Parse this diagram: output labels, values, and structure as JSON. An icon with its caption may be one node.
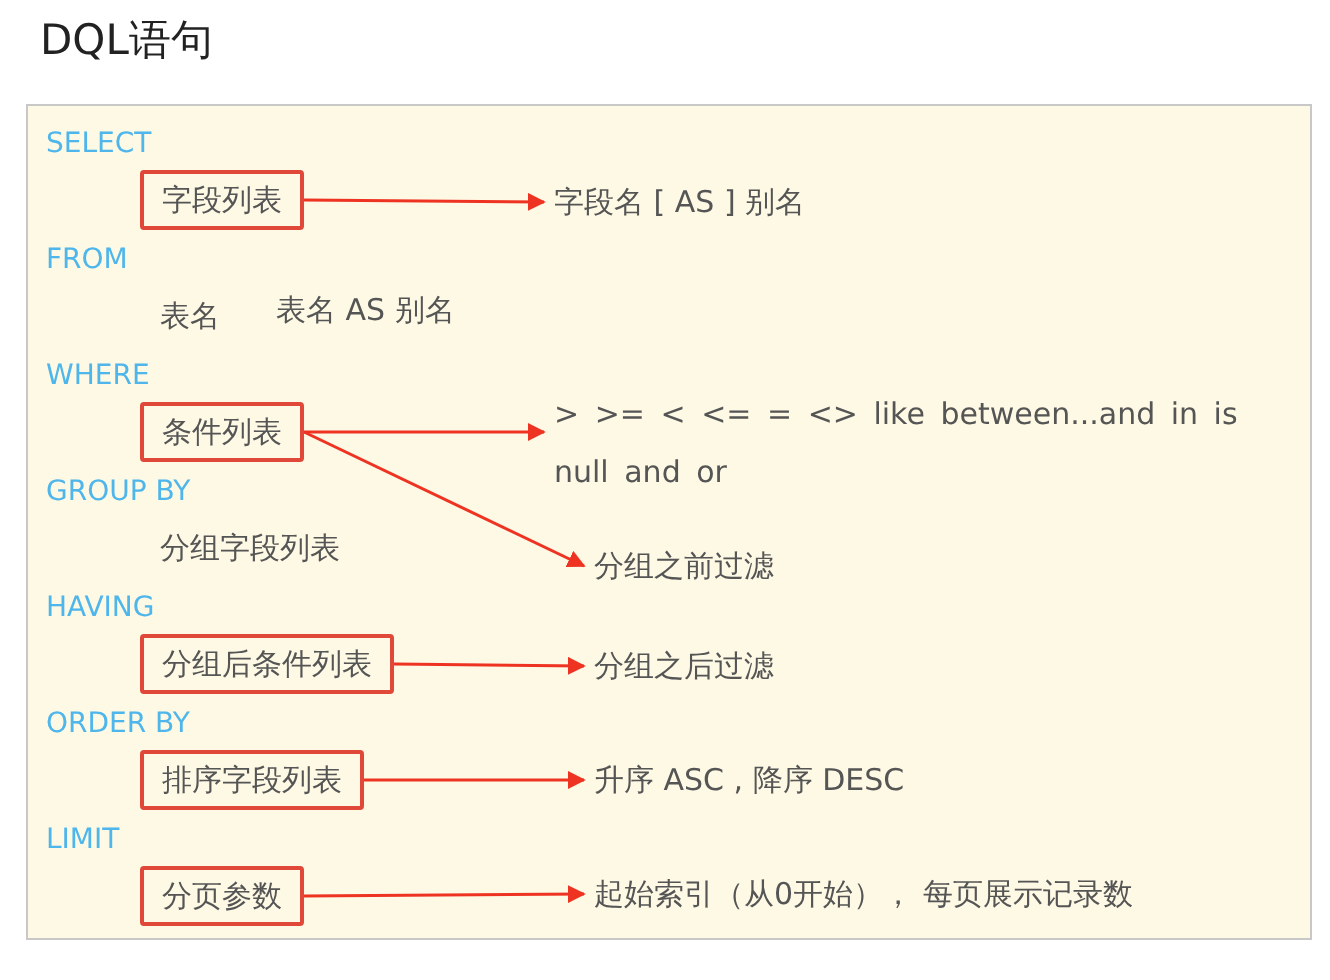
{
  "diagram": {
    "title": "DQL语句",
    "nodes": [
      {
        "text": [
          "字段列表"
        ]
      },
      {
        "text": [
          "字段名 [ AS ] 别名"
        ]
      },
      {
        "text": [
          "条件列表"
        ]
      },
      {
        "text": [
          "> >= < <= = <> like between...and in is null and or"
        ]
      },
      {
        "text": [
          "分组之前过滤"
        ]
      },
      {
        "text": [
          "分组后条件列表"
        ]
      },
      {
        "text": [
          "分组之后过滤"
        ]
      },
      {
        "text": [
          "排序字段列表"
        ]
      },
      {
        "text": [
          "升序 ASC , 降序 DESC"
        ]
      },
      {
        "text": [
          "分页参数"
        ]
      },
      {
        "text": [
          "起始索引（从0开始）， 每页展示记录数"
        ]
      }
    ],
    "edges": [
      {
        "from": 0,
        "to": 1,
        "arrow": "to"
      },
      {
        "from": 2,
        "to": 3,
        "arrow": "to"
      },
      {
        "from": 2,
        "to": 4,
        "arrow": "to"
      },
      {
        "from": 5,
        "to": 6,
        "arrow": "to"
      },
      {
        "from": 7,
        "to": 8,
        "arrow": "to"
      },
      {
        "from": 9,
        "to": 10,
        "arrow": "to"
      }
    ],
    "labels": [
      "SELECT",
      "FROM",
      "表名",
      "表名 AS 别名",
      "WHERE",
      "GROUP BY",
      "分组字段列表",
      "HAVING",
      "ORDER BY",
      "LIMIT"
    ]
  }
}
